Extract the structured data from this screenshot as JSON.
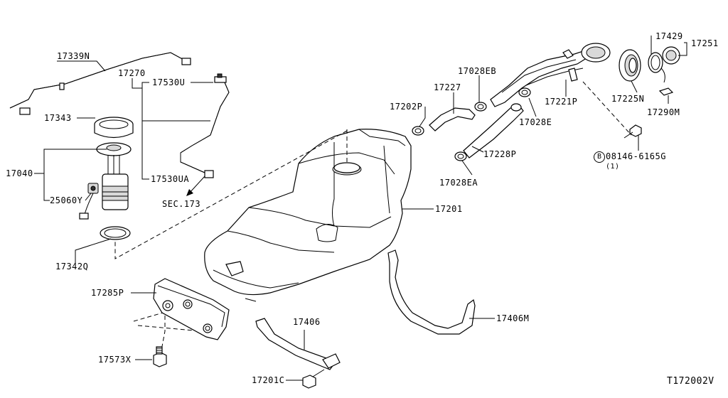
{
  "labels": {
    "p17339N": "17339N",
    "p17270": "17270",
    "p17530U": "17530U",
    "p17343": "17343",
    "p17040": "17040",
    "p25060Y": "25060Y",
    "p17530UA": "17530UA",
    "sec173": "SEC.173",
    "p17342Q": "17342Q",
    "p17285P": "17285P",
    "p17573X": "17573X",
    "p17201C": "17201C",
    "p17406": "17406",
    "p17406M": "17406M",
    "p17201": "17201",
    "p17202P": "17202P",
    "p17227": "17227",
    "p17028EB": "17028EB",
    "p17028E": "17028E",
    "p17228P": "17228P",
    "p17028EA": "17028EA",
    "p17221P": "17221P",
    "p17225N": "17225N",
    "p17429": "17429",
    "p17251": "17251",
    "p17290M": "17290M",
    "bolt_circle": "B",
    "bolt": "08146-6165G",
    "bolt_qty": "(1)",
    "diagram_id": "T172002V"
  }
}
